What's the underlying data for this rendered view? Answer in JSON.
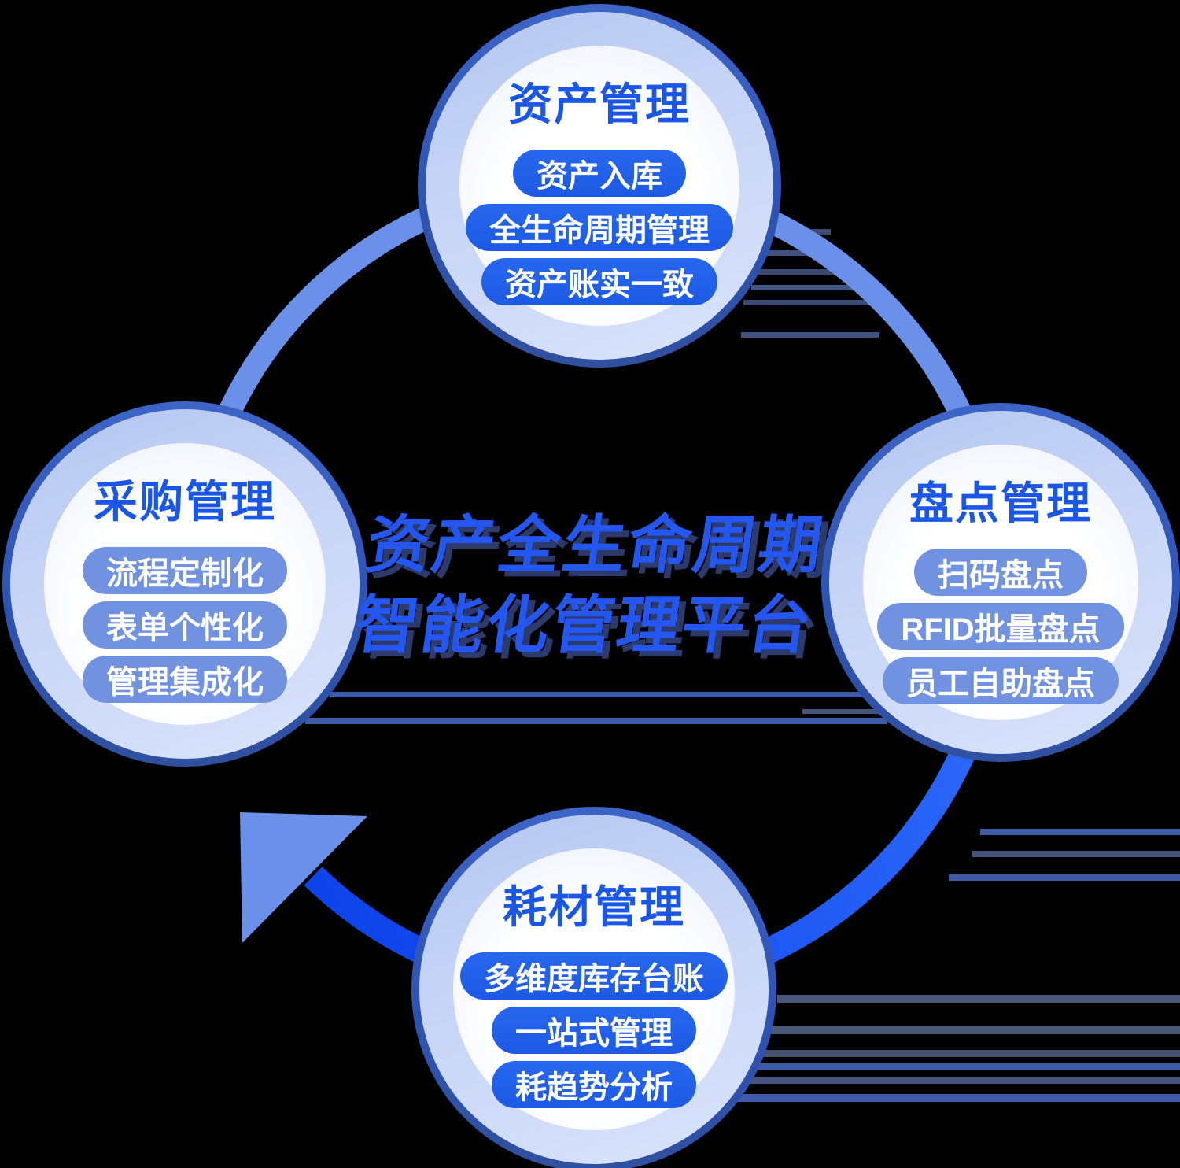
{
  "diagram": {
    "center_title": {
      "line1": "资产全生命周期",
      "line2": "智能化管理平台"
    },
    "nodes": [
      {
        "id": "asset-management",
        "position": "top",
        "title": "资产管理",
        "pill_style": "bright",
        "pills": [
          "资产入库",
          "全生命周期管理",
          "资产账实一致"
        ]
      },
      {
        "id": "stocktake-management",
        "position": "right",
        "title": "盘点管理",
        "pill_style": "soft",
        "pills": [
          "扫码盘点",
          "RFID批量盘点",
          "员工自助盘点"
        ]
      },
      {
        "id": "consumable-management",
        "position": "bottom",
        "title": "耗材管理",
        "pill_style": "bright",
        "pills": [
          "多维度库存台账",
          "一站式管理",
          "耗趋势分析"
        ]
      },
      {
        "id": "procurement-management",
        "position": "left",
        "title": "采购管理",
        "pill_style": "soft",
        "pills": [
          "流程定制化",
          "表单个性化",
          "管理集成化"
        ]
      }
    ],
    "flow": {
      "direction": "clockwise",
      "arrow_icon": "arrowhead pointing up-left between bottom and left nodes"
    },
    "colors": {
      "background": "#000000",
      "pill_bright_blue": "#2161e8",
      "pill_soft_periwinkle": "#7191e1",
      "node_title_blue": "#1b57e6",
      "node_outer_ring": "#2e55b5",
      "node_band_light": "#c7d5f6",
      "arc_soft_blue": "#6b90ea",
      "arc_bright_start": "#2f6bfa",
      "arc_bright_end": "#0d43ea",
      "arrowhead_blue": "#6b90ea",
      "center_text_blue": "#2457f0",
      "center_text_shadow": "#2c3a6c",
      "deco_line_steel_blue": "#3d5ba6",
      "deco_line_slate": "#47557e"
    }
  }
}
